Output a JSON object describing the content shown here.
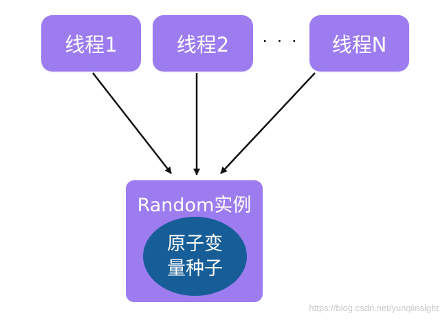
{
  "threads": [
    {
      "label": "线程1"
    },
    {
      "label": "线程2"
    },
    {
      "label": "线程N"
    }
  ],
  "ellipsis": "· · ·",
  "instance": {
    "label": "Random实例",
    "seed_line_1": "原子变",
    "seed_line_2": "量种子"
  },
  "watermark": "https://blog.csdn.net/yunqiinsight",
  "colors": {
    "thread_box": "#9d7cf0",
    "instance_box": "#9d7cf0",
    "seed_ellipse": "#175e98",
    "arrow": "#111111"
  }
}
